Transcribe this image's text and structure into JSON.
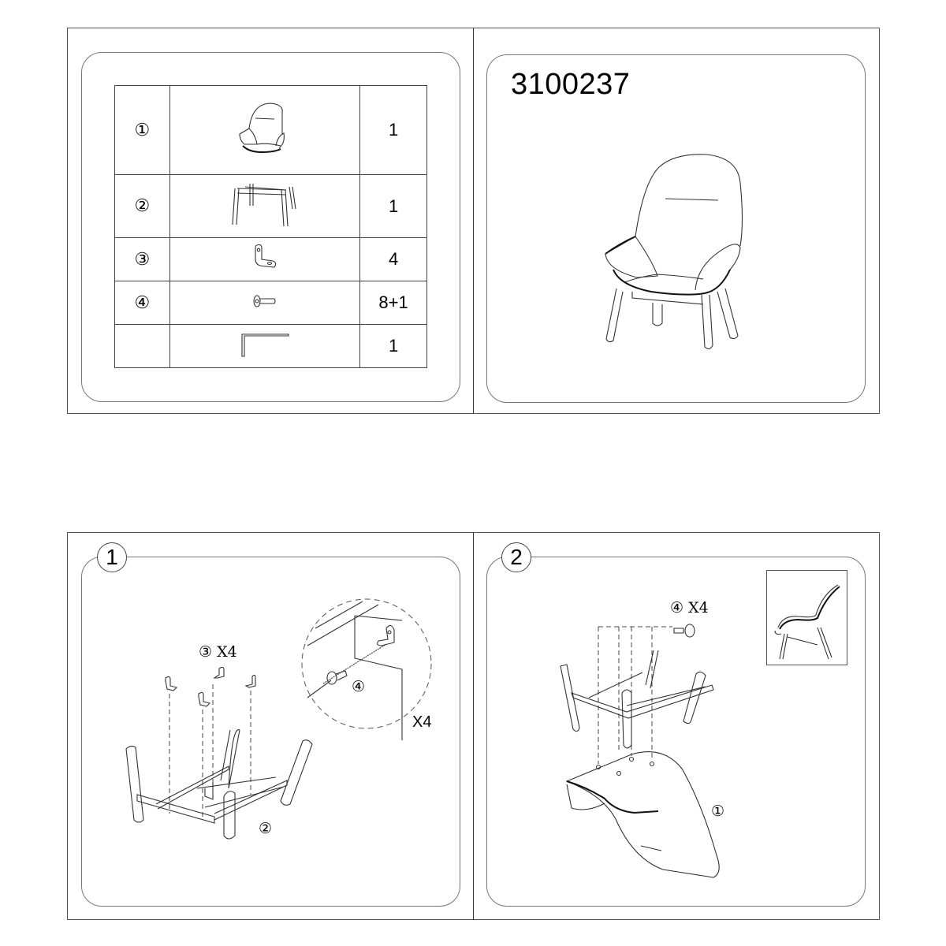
{
  "parts_panel": {
    "rows": [
      {
        "id": "①",
        "icon": "chair-seat-shell",
        "qty": "1"
      },
      {
        "id": "②",
        "icon": "leg-frame",
        "qty": "1"
      },
      {
        "id": "③",
        "icon": "l-bracket",
        "qty": "4"
      },
      {
        "id": "④",
        "icon": "bolt",
        "qty": "8+1"
      },
      {
        "id": "",
        "icon": "allen-key",
        "qty": "1"
      }
    ]
  },
  "product_panel": {
    "model_number": "3100237",
    "image": "assembled-lounge-chair"
  },
  "step1": {
    "step_number": "1",
    "bracket_label": "③ X4",
    "frame_label": "②",
    "detail_bolt_label": "④",
    "detail_multiplier": "X4"
  },
  "step2": {
    "step_number": "2",
    "bolt_label": "④ X4",
    "seat_label": "①",
    "inset_image": "side-view-chair"
  }
}
